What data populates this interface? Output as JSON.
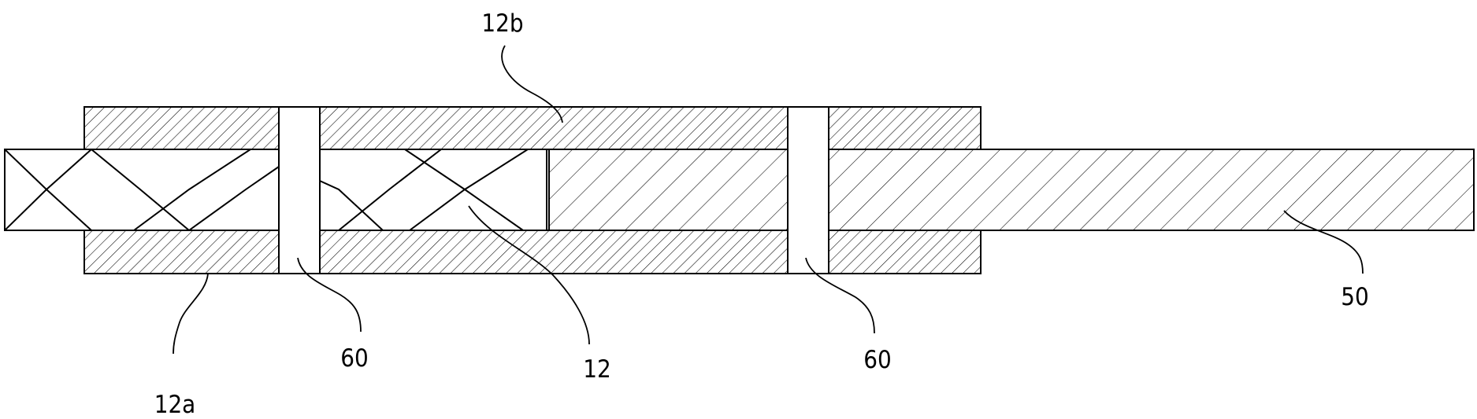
{
  "figure": {
    "labels": {
      "layer_top": "12b",
      "layer_bottom": "12a",
      "core": "12",
      "plug_left": "60",
      "plug_right": "60",
      "tab": "50"
    }
  }
}
